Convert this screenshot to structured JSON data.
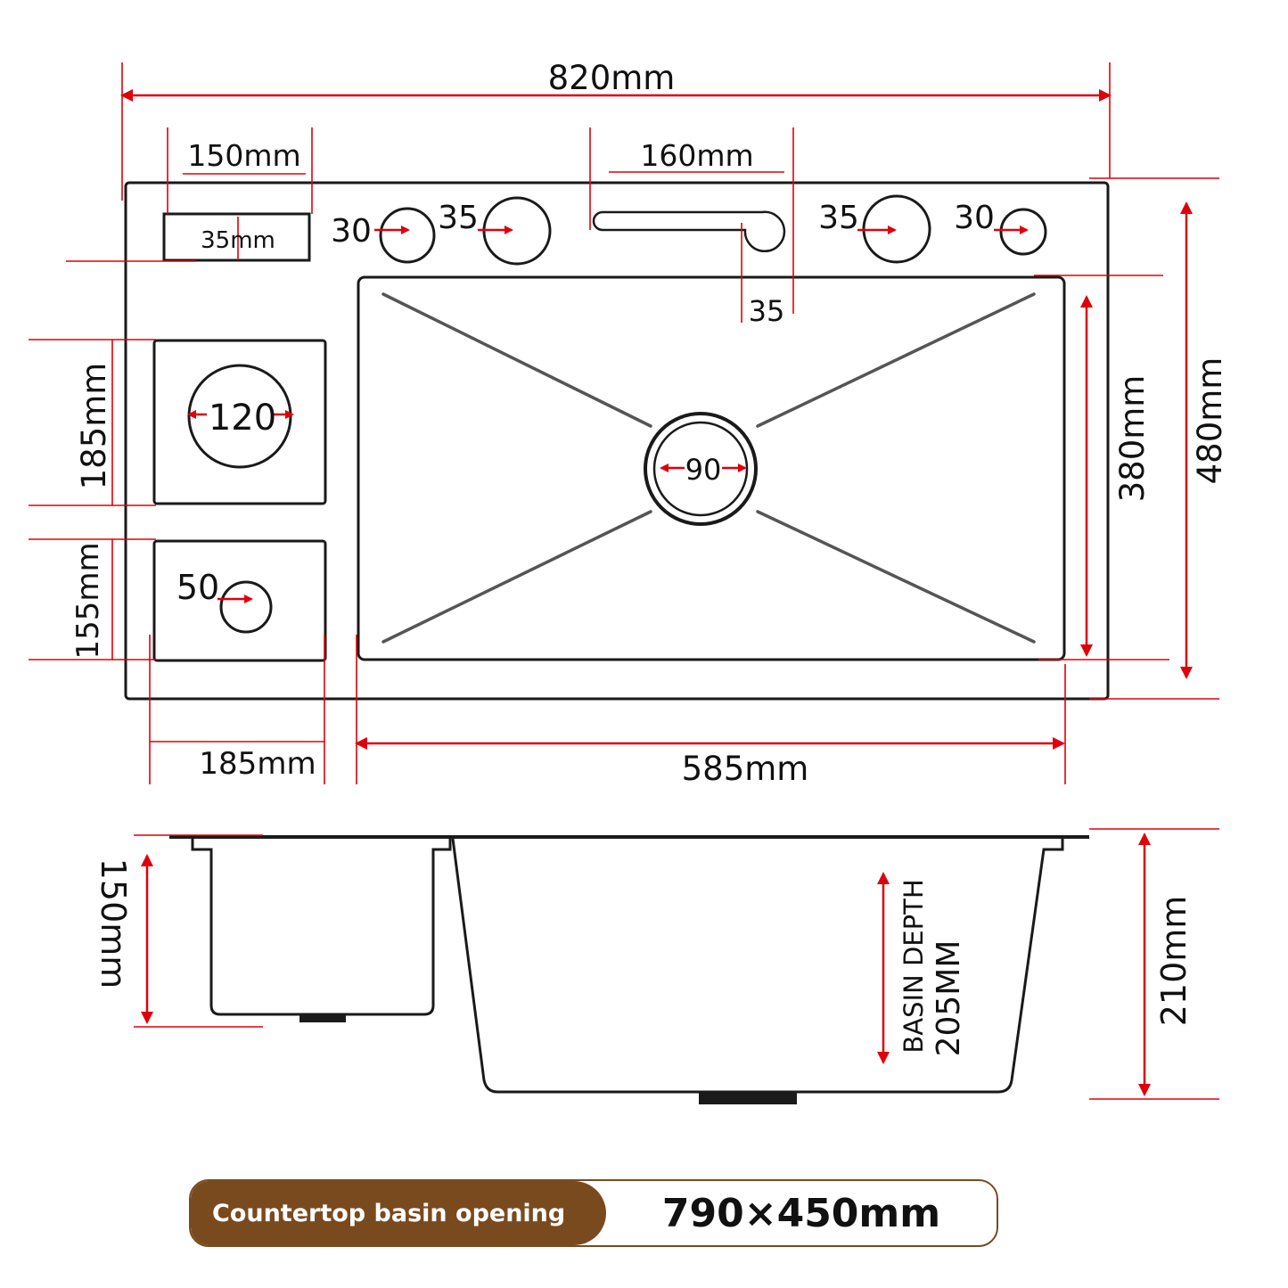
{
  "top_view": {
    "overall_width": "820mm",
    "overall_depth": "480mm",
    "soap_slot_width": "150mm",
    "soap_slot_height": "35mm",
    "hole_left_small": "30",
    "hole_left_large": "35",
    "faucet_slot_width": "160mm",
    "faucet_slot_offset": "35",
    "hole_right_large": "35",
    "hole_right_small": "30",
    "basin_depth_dim": "380mm",
    "basin_width_dim": "585mm",
    "drain_diameter": "90",
    "cup_washer_height": "185mm",
    "cup_washer_diameter": "120",
    "small_bowl_height": "155mm",
    "small_bowl_drain": "50",
    "side_module_width": "185mm"
  },
  "side_view": {
    "small_bowl_depth": "150mm",
    "basin_depth_label": "BASIN DEPTH",
    "basin_depth_value": "205MM",
    "overall_height": "210mm"
  },
  "badge": {
    "label": "Countertop basin opening",
    "value": "790×450mm"
  },
  "colors": {
    "dimension_red": "#e0000a",
    "badge_brown": "#7a4a1f",
    "ink": "#1a1a1a"
  }
}
